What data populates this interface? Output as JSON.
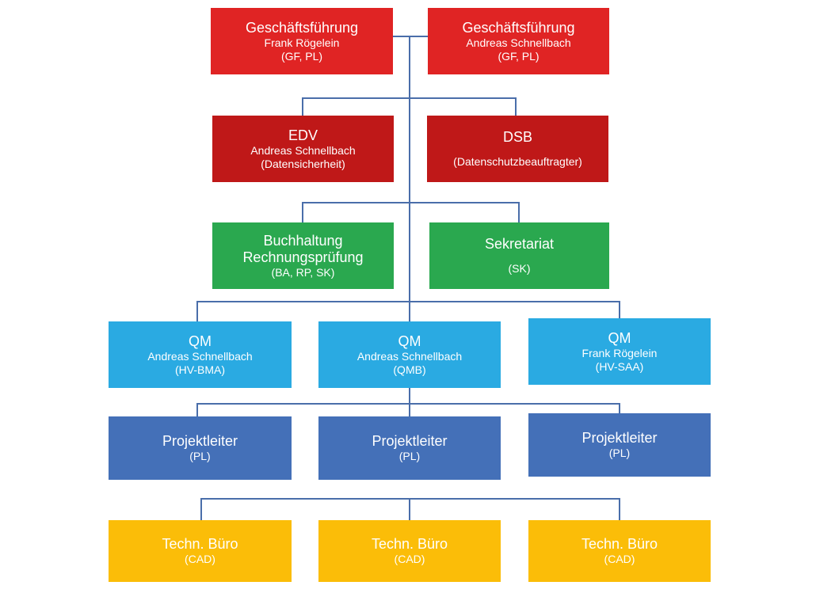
{
  "colors": {
    "management": "#e02424",
    "support": "#bf1818",
    "office": "#2aa84f",
    "qm": "#2aaae2",
    "project": "#4470b8",
    "technical": "#fbbd08",
    "connector": "#4a6eaa"
  },
  "nodes": {
    "gf1": {
      "title": "Geschäftsführung",
      "name": "Frank Rögelein",
      "role": "(GF, PL)"
    },
    "gf2": {
      "title": "Geschäftsführung",
      "name": "Andreas Schnellbach",
      "role": "(GF, PL)"
    },
    "edv": {
      "title": "EDV",
      "name": "Andreas Schnellbach",
      "role": "(Datensicherheit)"
    },
    "dsb": {
      "title": "DSB",
      "role": "(Datenschutzbeauftragter)"
    },
    "bh": {
      "title1": "Buchhaltung",
      "title2": "Rechnungsprüfung",
      "role": "(BA, RP, SK)"
    },
    "sk": {
      "title": "Sekretariat",
      "role": "(SK)"
    },
    "qm1": {
      "title": "QM",
      "name": "Andreas Schnellbach",
      "role": "(HV-BMA)"
    },
    "qm2": {
      "title": "QM",
      "name": "Andreas Schnellbach",
      "role": "(QMB)"
    },
    "qm3": {
      "title": "QM",
      "name": "Frank Rögelein",
      "role": "(HV-SAA)"
    },
    "pl1": {
      "title": "Projektleiter",
      "role": "(PL)"
    },
    "pl2": {
      "title": "Projektleiter",
      "role": "(PL)"
    },
    "pl3": {
      "title": "Projektleiter",
      "role": "(PL)"
    },
    "tb1": {
      "title": "Techn. Büro",
      "role": "(CAD)"
    },
    "tb2": {
      "title": "Techn. Büro",
      "role": "(CAD)"
    },
    "tb3": {
      "title": "Techn. Büro",
      "role": "(CAD)"
    }
  }
}
